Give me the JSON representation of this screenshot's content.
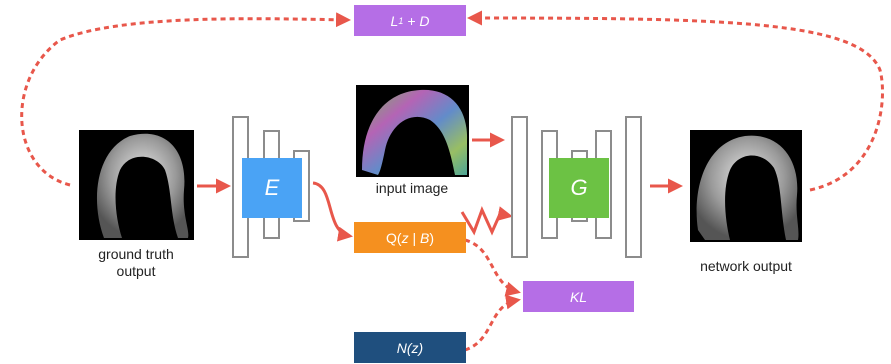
{
  "colors": {
    "arrow": "#e8574b",
    "loss_box": "#b56ee6",
    "encoder": "#4aa3f5",
    "generator": "#6cc244",
    "posterior": "#f5901f",
    "prior": "#1f4f7e",
    "block_stroke": "#8c8c8c"
  },
  "nodes": {
    "loss_top": {
      "main": "L",
      "sub": "1",
      "rest": " + D"
    },
    "encoder": {
      "label": "E"
    },
    "generator": {
      "label": "G"
    },
    "posterior": {
      "pre": "Q(",
      "z": "z",
      "bar": " | ",
      "b": "B",
      "post": ")"
    },
    "kl": {
      "label": "KL"
    },
    "prior": {
      "label": "N(z)"
    }
  },
  "images": {
    "ground_truth": {
      "caption_line1": "ground truth",
      "caption_line2": "output",
      "icon": "hair-grayscale-image"
    },
    "input": {
      "caption": "input image",
      "icon": "hair-orientation-map-image"
    },
    "output": {
      "caption": "network output",
      "icon": "hair-grayscale-image"
    }
  }
}
